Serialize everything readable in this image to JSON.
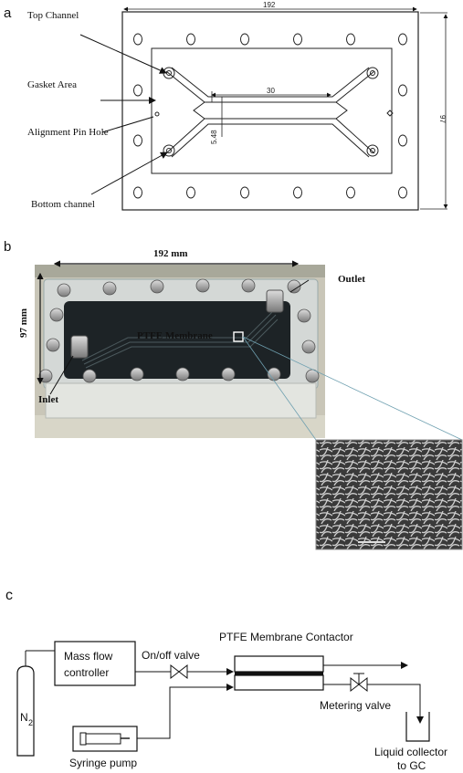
{
  "panel_a": {
    "letter": "a",
    "labels": {
      "top_channel": "Top Channel",
      "gasket_area": "Gasket Area",
      "alignment_pin_hole": "Alignment Pin Hole",
      "bottom_channel": "Bottom channel"
    },
    "dimensions": {
      "width": "192",
      "height": "97",
      "channel_length": "30",
      "channel_width": "5.48"
    }
  },
  "panel_b": {
    "letter": "b",
    "width_label": "192 mm",
    "height_label": "97 mm",
    "outlet_label": "Outlet",
    "inlet_label": "Inlet",
    "membrane_label": "PTFE Membrane"
  },
  "panel_c": {
    "letter": "c",
    "contactor_label": "PTFE  Membrane Contactor",
    "mass_flow_line1": "Mass flow",
    "mass_flow_line2": "controller",
    "onoff_valve": "On/off valve",
    "metering_valve": "Metering valve",
    "n2_label": "N",
    "n2_sub": "2",
    "syringe_pump": "Syringe pump",
    "liquid_collector_line1": "Liquid collector",
    "liquid_collector_line2": "to GC"
  }
}
